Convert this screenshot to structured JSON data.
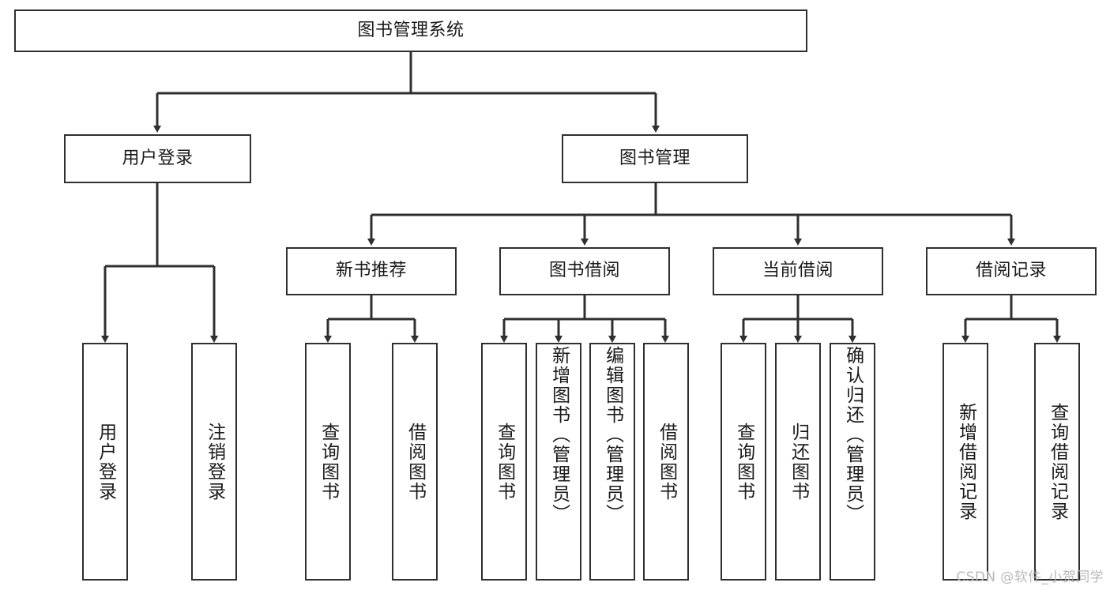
{
  "diagram": {
    "title": "图书管理系统",
    "type": "tree",
    "watermark": "CSDN @软件_小贺同学",
    "colors": {
      "stroke": "#2f2f2f",
      "fill": "#ffffff",
      "text": "#1a1a1a",
      "watermark": "#b9b9b9"
    },
    "root": {
      "label": "图书管理系统"
    },
    "level1": [
      {
        "label": "用户登录"
      },
      {
        "label": "图书管理"
      }
    ],
    "level2": [
      {
        "label": "新书推荐"
      },
      {
        "label": "图书借阅"
      },
      {
        "label": "当前借阅"
      },
      {
        "label": "借阅记录"
      }
    ],
    "leaves": {
      "user_login": [
        {
          "label": "用户登录"
        },
        {
          "label": "注销登录"
        }
      ],
      "new_book": [
        {
          "label": "查询图书"
        },
        {
          "label": "借阅图书"
        }
      ],
      "book_borrow": [
        {
          "label": "查询图书"
        },
        {
          "label": "新增图书（管理员）"
        },
        {
          "label": "编辑图书（管理员）"
        },
        {
          "label": "借阅图书"
        }
      ],
      "current_borrow": [
        {
          "label": "查询图书"
        },
        {
          "label": "归还图书"
        },
        {
          "label": "确认归还（管理员）"
        }
      ],
      "borrow_record": [
        {
          "label": "新增借阅记录"
        },
        {
          "label": "查询借阅记录"
        }
      ]
    }
  }
}
